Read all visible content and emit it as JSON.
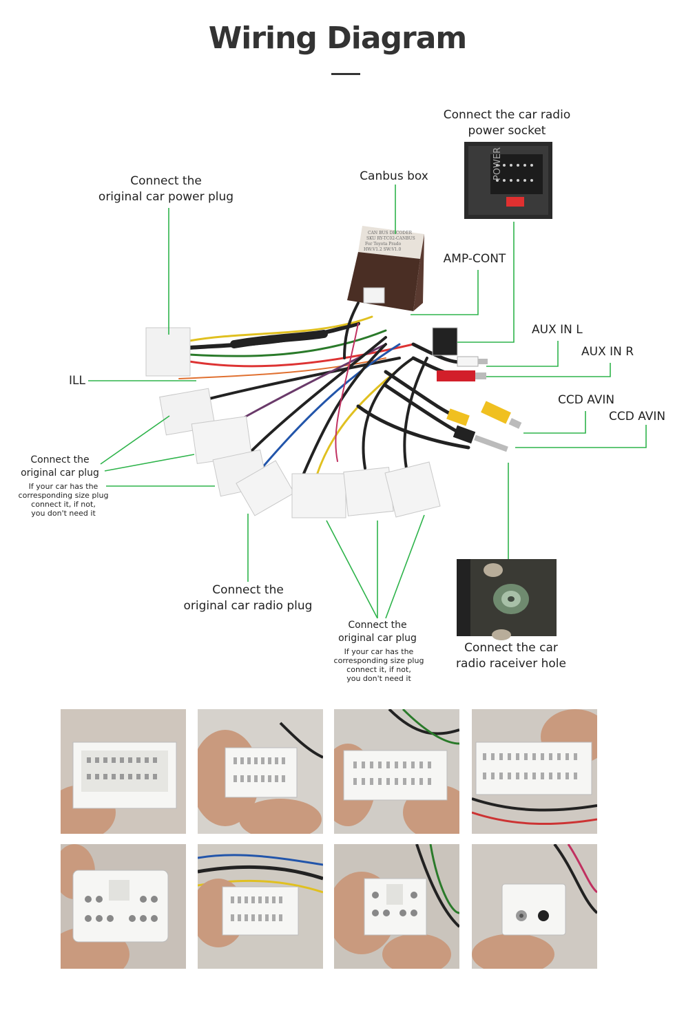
{
  "header": {
    "title": "Wiring Diagram"
  },
  "labels": {
    "power_socket": [
      "Connect the car radio",
      "power socket"
    ],
    "power_plug": [
      "Connect the",
      "original car power  plug"
    ],
    "canbus": "Canbus box",
    "amp_cont": "AMP-CONT",
    "aux_l": "AUX IN L",
    "aux_r": "AUX IN R",
    "ill": "ILL",
    "ccd_1": "CCD AVIN",
    "ccd_2": "CCD AVIN",
    "car_plug_left": [
      "Connect the",
      "original car plug"
    ],
    "car_plug_left_note": [
      "If your car has the",
      "corresponding size plug",
      "connect it, if not,",
      "you don't need it"
    ],
    "radio_plug": [
      "Connect the",
      "original car radio plug"
    ],
    "car_plug_bottom": [
      "Connect the",
      "original car plug"
    ],
    "car_plug_bottom_note": [
      "If your car has the",
      "corresponding size plug",
      "connect it, if not,",
      "you don't need it"
    ],
    "receiver_hole": [
      "Connect the  car",
      "radio raceiver hole"
    ]
  },
  "canbus_box_text": [
    "CAN  BUS  DECODER",
    "SKU  RY-TC02-CANBUS",
    "For Toyota Prado",
    "HW:V1.2 SW:V1.0"
  ],
  "socket_text": "POWER",
  "colors": {
    "leader": "#2db34a",
    "title": "#333333"
  }
}
